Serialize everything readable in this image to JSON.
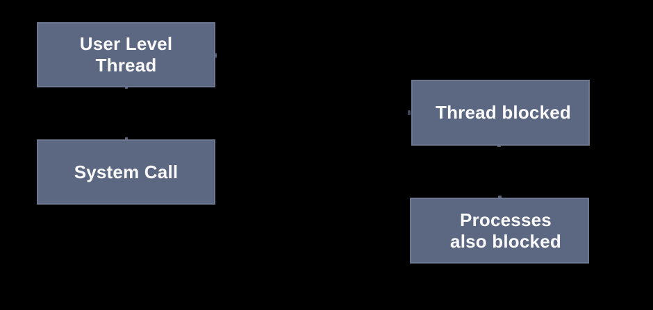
{
  "diagram": {
    "background_color": "#000000",
    "node_fill_color": "#5c6781",
    "node_border_color": "#6d7890",
    "node_text_color": "#fafafa",
    "nodes": [
      {
        "id": "user-level-thread",
        "label": "User Level\nThread"
      },
      {
        "id": "system-call",
        "label": "System Call"
      },
      {
        "id": "thread-blocked",
        "label": "Thread blocked"
      },
      {
        "id": "processes-also-blocked",
        "label": "Processes\nalso blocked"
      }
    ],
    "connector_marks": [
      {
        "name": "user-level-thread-right-anchor"
      },
      {
        "name": "user-level-thread-bottom-anchor"
      },
      {
        "name": "system-call-top-anchor"
      },
      {
        "name": "thread-blocked-left-anchor"
      },
      {
        "name": "thread-blocked-bottom-anchor"
      },
      {
        "name": "processes-also-blocked-top-anchor"
      }
    ]
  }
}
